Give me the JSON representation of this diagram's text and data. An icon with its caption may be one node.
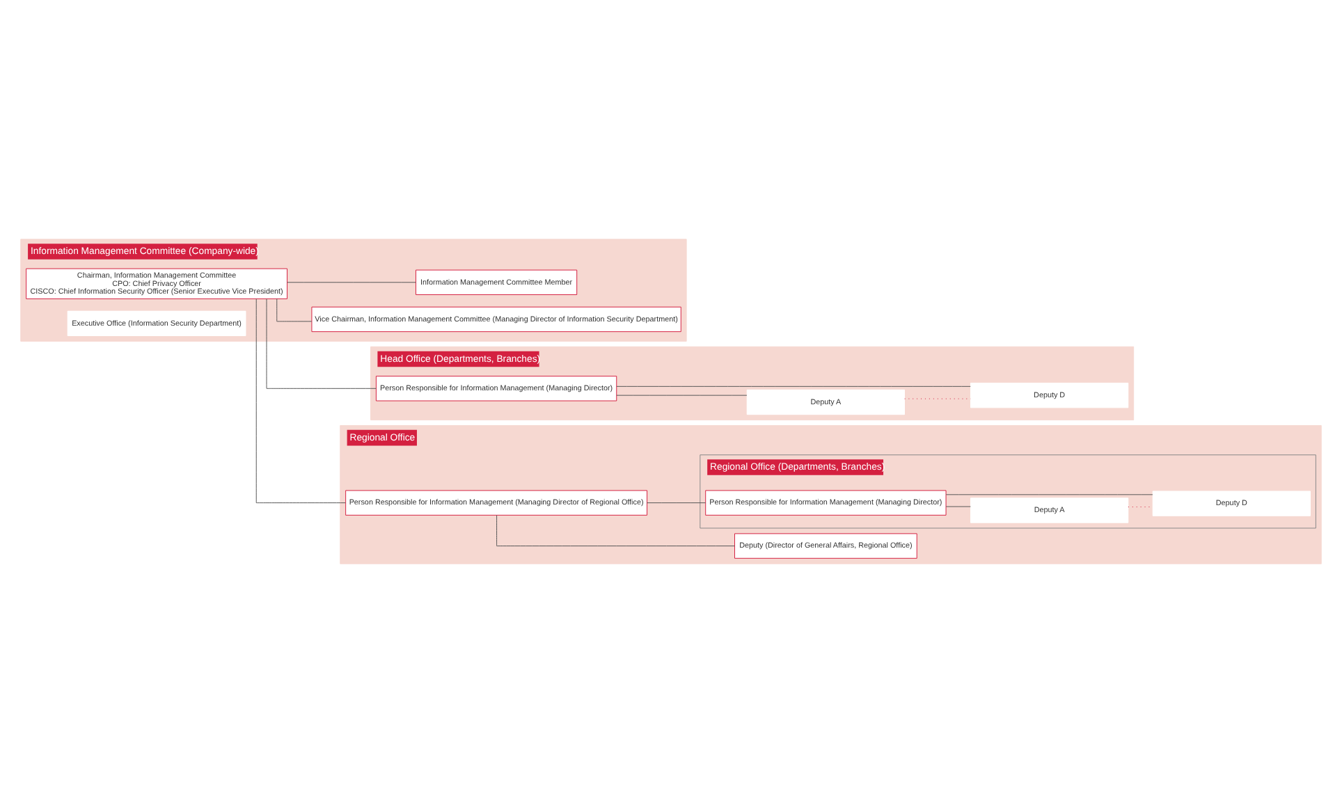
{
  "diagram": {
    "nodes": [
      {
        "text": [
          "Information Management Committee (Company-wide)"
        ]
      },
      {
        "text": [
          "Chairman, Information Management Committee",
          "CPO: Chief Privacy Officer",
          "CISCO: Chief Information Security Officer (Senior Executive Vice President)"
        ],
        "in": 0
      },
      {
        "text": [
          "Vice Chairman, Information Management Committee (Managing Director of Information Security Department)"
        ],
        "in": 0
      },
      {
        "text": [
          "Information Management Committee Member"
        ],
        "in": 0
      },
      {
        "text": [
          "Executive Office (Information Security Department)"
        ],
        "in": 0
      },
      {
        "text": [
          "Head Office (Departments, Branches)"
        ]
      },
      {
        "text": [
          "Person Responsible for Information Management (Managing Director)"
        ],
        "in": 5
      },
      {
        "text": [
          "Deputy A"
        ],
        "in": 5
      },
      {
        "text": [
          "Deputy D"
        ],
        "in": 5
      },
      {
        "text": [
          "Regional Office"
        ]
      },
      {
        "text": [
          "Person Responsible for Information Management (Managing Director of Regional Office)"
        ],
        "in": 9
      },
      {
        "text": [
          "Deputy (Director of General Affairs, Regional Office)"
        ],
        "in": 9
      },
      {
        "text": [
          "Regional Office (Departments, Branches)"
        ],
        "in": 9
      },
      {
        "text": [
          "Person Responsible for Information Management (Managing Director)"
        ],
        "in": 12
      },
      {
        "text": [
          "Deputy A"
        ],
        "in": 12
      },
      {
        "text": [
          "Deputy D"
        ],
        "in": 12
      }
    ],
    "edges": [
      {
        "from": 1,
        "to": 2,
        "arrow": "none"
      },
      {
        "from": 1,
        "to": 3,
        "arrow": "none"
      },
      {
        "from": 1,
        "to": 6,
        "arrow": "none"
      },
      {
        "from": 1,
        "to": 10,
        "arrow": "none"
      },
      {
        "from": 6,
        "to": 7,
        "arrow": "none"
      },
      {
        "from": 6,
        "to": 8,
        "arrow": "none"
      },
      {
        "from": 7,
        "to": 8,
        "arrow": "none",
        "style": "dashed",
        "color": "#d42040"
      },
      {
        "from": 10,
        "to": 11,
        "arrow": "none"
      },
      {
        "from": 10,
        "to": 13,
        "arrow": "none"
      },
      {
        "from": 13,
        "to": 14,
        "arrow": "none"
      },
      {
        "from": 13,
        "to": 15,
        "arrow": "none"
      },
      {
        "from": 14,
        "to": 15,
        "arrow": "none",
        "style": "dashed",
        "color": "#d42040"
      }
    ]
  }
}
